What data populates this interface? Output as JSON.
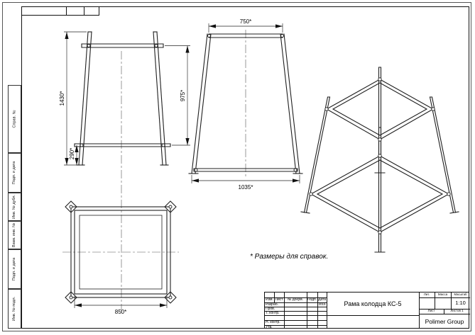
{
  "drawing": {
    "note": "* Размеры для справок.",
    "dims": {
      "total_height": "1430*",
      "ring_spacing": "975*",
      "bottom_height": "290*",
      "top_width": "750*",
      "bottom_width": "1035*",
      "plan_width": "850*"
    }
  },
  "margin_labels": [
    "Справ. №",
    "Подп. и дата",
    "Инв. № дубл.",
    "Взам. инв. №",
    "Подп. и дата",
    "Инв. № подл."
  ],
  "title_block": {
    "col_izm": "Изм.",
    "col_list": "Лист",
    "col_doc": "№ докум.",
    "col_podp": "Подп.",
    "col_data": "Дата",
    "row_razrab": "Разраб.",
    "row_prov": "Пров.",
    "row_tkontr": "Т. контр.",
    "row_nkontr": "Н. контр.",
    "row_utv": "Утв.",
    "date": "2015",
    "doc_title": "Рама колодца КС-5",
    "lit_label": "Лит.",
    "mass_label": "Масса",
    "scale_label": "Масштаб",
    "scale_value": "1:10",
    "sheet_label": "Лист",
    "sheets_label": "Листов 1",
    "company": "Polimer Group"
  }
}
